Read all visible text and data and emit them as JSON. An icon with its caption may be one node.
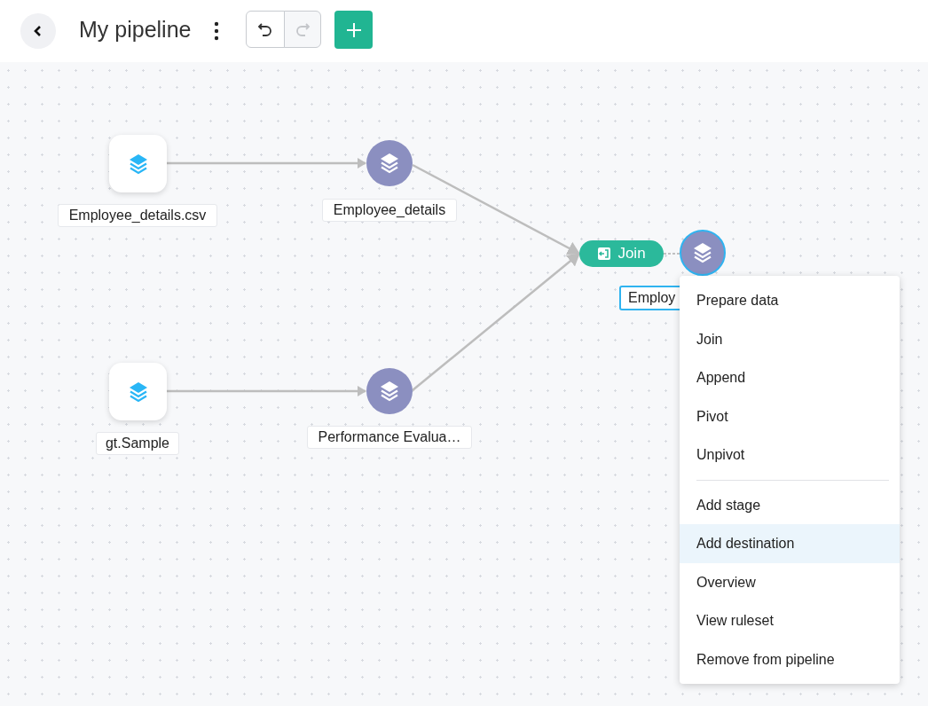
{
  "diagram": {
    "title": "My pipeline",
    "nodes": [
      {
        "text": [
          "Employee_details.csv"
        ]
      },
      {
        "text": [
          "Employee_details"
        ]
      },
      {
        "text": [
          "gt.Sample"
        ]
      },
      {
        "text": [
          "Performance Evalua…"
        ]
      },
      {
        "text": [
          "Join"
        ]
      },
      {
        "text": [
          "Employ"
        ]
      }
    ],
    "edges": [
      {
        "from": 0,
        "to": 1,
        "arrow": "to"
      },
      {
        "from": 2,
        "to": 3,
        "arrow": "to"
      },
      {
        "from": 1,
        "to": 4,
        "arrow": "to"
      },
      {
        "from": 3,
        "to": 4,
        "arrow": "to"
      },
      {
        "from": 4,
        "to": 5,
        "arrow": "none",
        "style": "dashed"
      }
    ],
    "labels": [
      "Prepare data",
      "Join",
      "Append",
      "Pivot",
      "Unpivot",
      "Add stage",
      "Add destination",
      "Overview",
      "View ruleset",
      "Remove from pipeline"
    ]
  }
}
